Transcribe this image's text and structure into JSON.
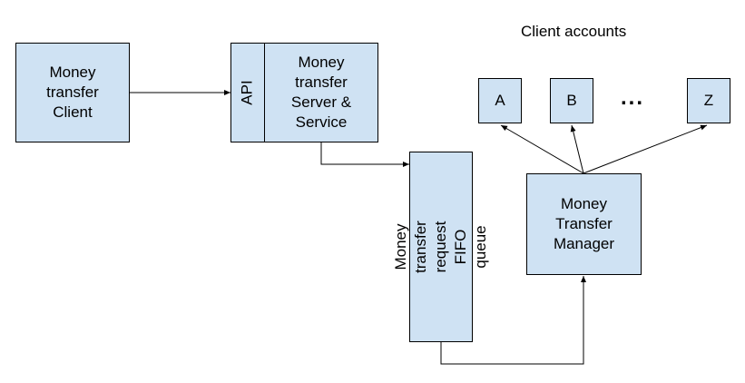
{
  "diagram": {
    "client_box": {
      "label": "Money\ntransfer\nClient"
    },
    "api_box": {
      "label": "API"
    },
    "server_box": {
      "label": "Money\ntransfer\nServer &\nService"
    },
    "queue_box": {
      "label": "Money transfer\nrequest FIFO queue"
    },
    "manager_box": {
      "label": "Money\nTransfer\nManager"
    },
    "accounts_title": "Client accounts",
    "accounts": [
      "A",
      "B",
      "Z"
    ],
    "ellipsis": "...",
    "fill_color": "#cfe2f3"
  }
}
